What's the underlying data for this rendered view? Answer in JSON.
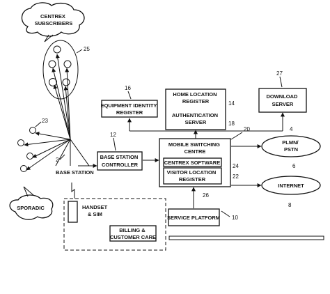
{
  "nodes": {
    "centrex_subscribers": [
      "CENTREX",
      "SUBSCRIBERS"
    ],
    "sporadic": [
      "SPORADIC"
    ],
    "base_station": [
      "BASE STATION"
    ],
    "handset_sim": [
      "HANDSET",
      "& SIM"
    ],
    "billing": [
      "BILLING &",
      "CUSTOMER CARE"
    ],
    "equipment_identity_register": [
      "EQUIPMENT IDENTITY",
      "REGISTER"
    ],
    "base_station_controller": [
      "BASE STATION",
      "CONTROLLER"
    ],
    "home_location_register": [
      "HOME LOCATION",
      "REGISTER"
    ],
    "authentication_server": [
      "AUTHENTICATION",
      "SERVER"
    ],
    "download_server": [
      "DOWNLOAD",
      "SERVER"
    ],
    "mobile_switching_centre": [
      "MOBILE SWITCHING",
      "CENTRE"
    ],
    "centrex_software": [
      "CENTREX SOFTWARE"
    ],
    "visitor_location_register": [
      "VISITOR LOCATION",
      "REGISTER"
    ],
    "plmn_pstn": [
      "PLMN/",
      "PSTN"
    ],
    "internet": [
      "INTERNET"
    ],
    "service_platform": [
      "SERVICE PLATFORM"
    ]
  },
  "refs": {
    "r25": "25",
    "r23": "23",
    "r2": "2",
    "r16": "16",
    "r12": "12",
    "r14": "14",
    "r18": "18",
    "r27": "27",
    "r20": "20",
    "r4": "4",
    "r24": "24",
    "r22": "22",
    "r6": "6",
    "r26": "26",
    "r8": "8",
    "r10": "10"
  }
}
